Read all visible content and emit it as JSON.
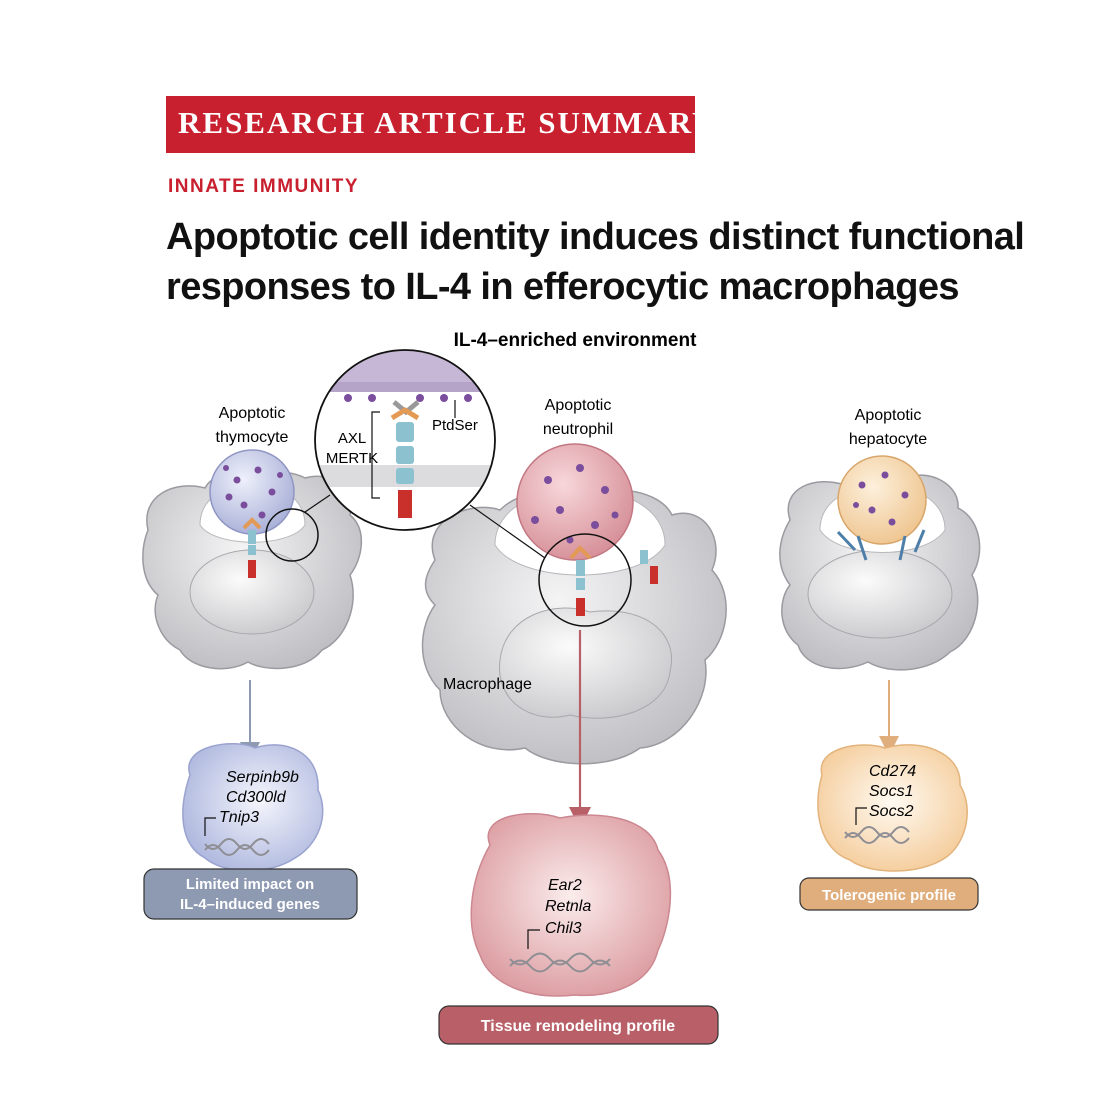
{
  "header": {
    "banner": "RESEARCH ARTICLE SUMMARY",
    "kicker": "INNATE IMMUNITY",
    "title": "Apoptotic cell identity induces distinct functional responses to IL-4 in efferocytic macrophages"
  },
  "figure": {
    "environment_label": "IL-4–enriched environment",
    "zoom_inset": {
      "receptor_line1": "AXL",
      "receptor_line2": "MERTK",
      "ligand": "PtdSer"
    },
    "macrophage_label": "Macrophage",
    "panels": [
      {
        "cell_line1": "Apoptotic",
        "cell_line2": "thymocyte",
        "genes": [
          "Serpinb9b",
          "Cd300ld",
          "Tnip3"
        ],
        "outcome_line1": "Limited impact on",
        "outcome_line2": "IL-4–induced genes",
        "color": "#8e9ab2"
      },
      {
        "cell_line1": "Apoptotic",
        "cell_line2": "neutrophil",
        "genes": [
          "Ear2",
          "Retnla",
          "Chil3"
        ],
        "outcome": "Tissue remodeling profile",
        "color": "#b85f67"
      },
      {
        "cell_line1": "Apoptotic",
        "cell_line2": "hepatocyte",
        "genes": [
          "Cd274",
          "Socs1",
          "Socs2"
        ],
        "outcome": "Tolerogenic profile",
        "color": "#e0ad7c"
      }
    ]
  }
}
